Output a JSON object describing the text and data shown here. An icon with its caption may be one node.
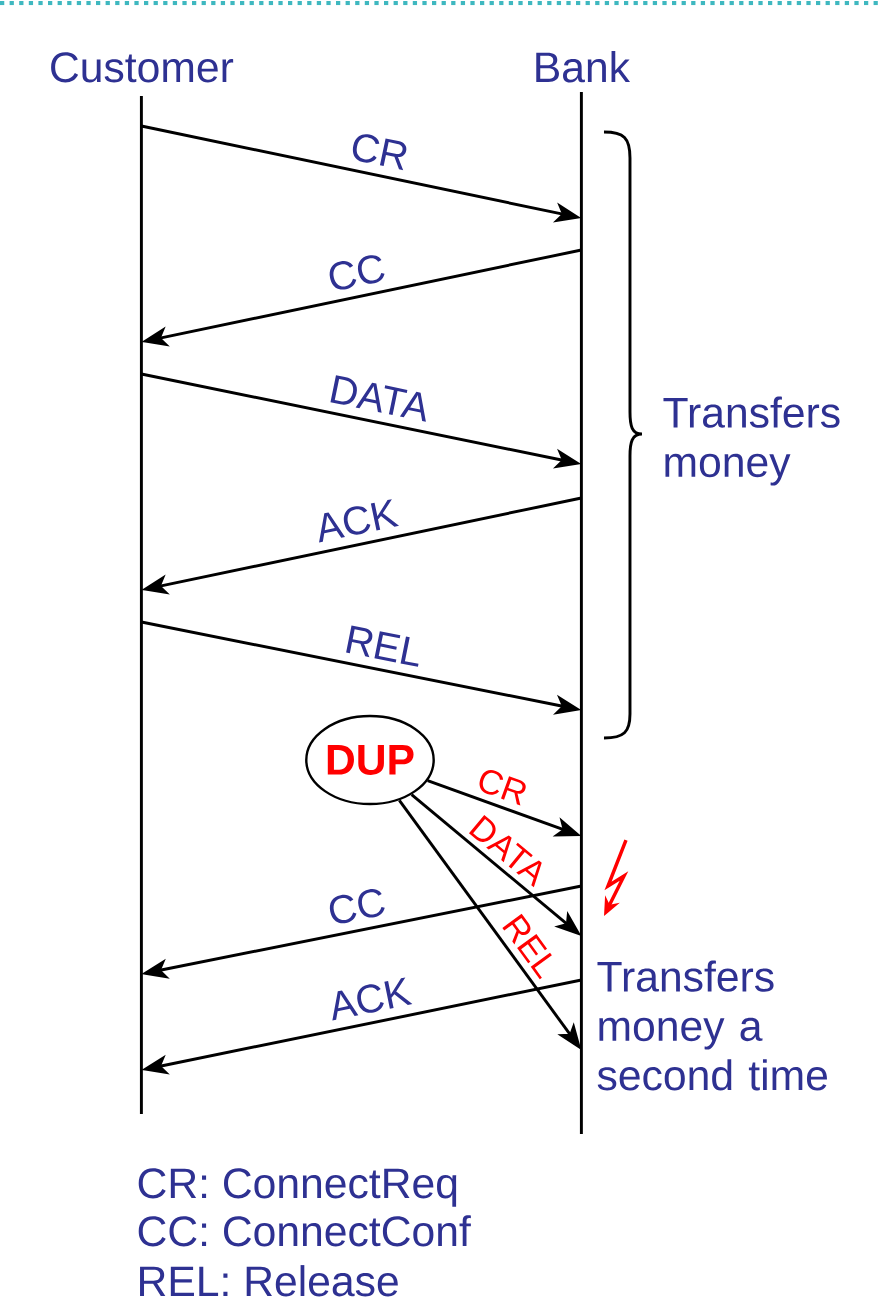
{
  "diagram": {
    "nodes": [
      {
        "text": [
          "Customer"
        ]
      },
      {
        "text": [
          "Bank"
        ]
      },
      {
        "text": [
          "DUP"
        ]
      }
    ],
    "edges": [
      {
        "from": 0,
        "to": 1,
        "arrow": "to",
        "label": "CR"
      },
      {
        "from": 1,
        "to": 0,
        "arrow": "to",
        "label": "CC"
      },
      {
        "from": 0,
        "to": 1,
        "arrow": "to",
        "label": "DATA"
      },
      {
        "from": 1,
        "to": 0,
        "arrow": "to",
        "label": "ACK"
      },
      {
        "from": 0,
        "to": 1,
        "arrow": "to",
        "label": "REL"
      },
      {
        "from": 2,
        "to": 1,
        "arrow": "to",
        "label": "CR"
      },
      {
        "from": 2,
        "to": 1,
        "arrow": "to",
        "label": "DATA"
      },
      {
        "from": 2,
        "to": 1,
        "arrow": "to",
        "label": "REL"
      },
      {
        "from": 1,
        "to": 0,
        "arrow": "to",
        "label": "CC"
      },
      {
        "from": 1,
        "to": 0,
        "arrow": "to",
        "label": "ACK"
      }
    ],
    "labels": [
      "Transfers money",
      "Transfers money a second time",
      "CR: ConnectReq",
      "CC: ConnectConf",
      "REL: Release"
    ]
  }
}
